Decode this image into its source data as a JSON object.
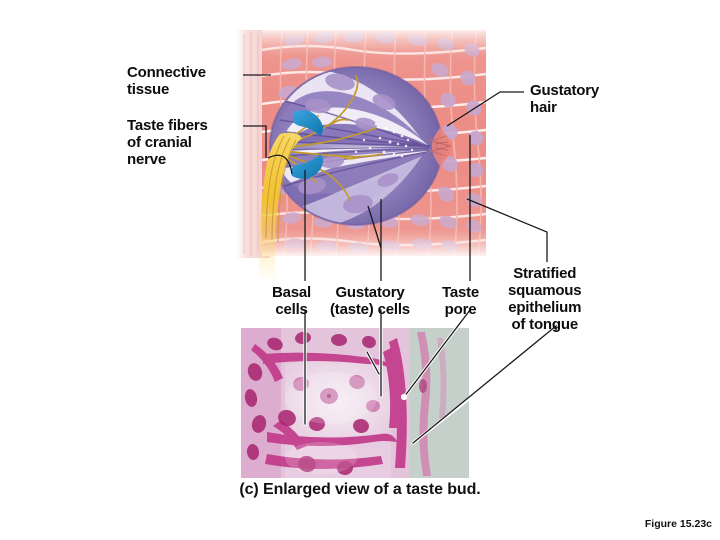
{
  "figure": {
    "caption": "(c) Enlarged view of a taste bud.",
    "number": "Figure 15.23c"
  },
  "labels": {
    "connective_tissue": "Connective\ntissue",
    "taste_fibers": "Taste fibers\nof cranial\nnerve",
    "gustatory_hair": "Gustatory\nhair",
    "basal_cells": "Basal\ncells",
    "gustatory_cells": "Gustatory\n(taste) cells",
    "taste_pore": "Taste\npore",
    "stratified_epithelium": "Stratified\nsquamous\nepithelium\nof tongue"
  },
  "colors": {
    "epithelium_pink": "#e98a84",
    "epithelium_light": "#f3b3ad",
    "nucleus_lavender": "#c3a9cf",
    "taste_cell_purple": "#6f5ba5",
    "taste_cell_light": "#f2eef8",
    "basal_cell_blue": "#1f86c0",
    "nerve_yellow": "#f2c638",
    "nerve_fiber": "#c79a2e",
    "connective_tissue": "#f6d8d8",
    "micrograph_magenta": "#c23b8a",
    "micrograph_pale": "#edd4e4",
    "micrograph_gray": "#c3cfca",
    "leader_line": "#1a1a1a",
    "text": "#0d0d0d",
    "background": "#ffffff"
  },
  "structures": {
    "taste_bud": "almond-shaped cluster of spindle gustatory cells",
    "gustatory_cell_count": 9,
    "basal_cell_count": 2,
    "taste_pore_location": "right apex of taste bud",
    "nerve_entry": "lower left of taste bud"
  }
}
